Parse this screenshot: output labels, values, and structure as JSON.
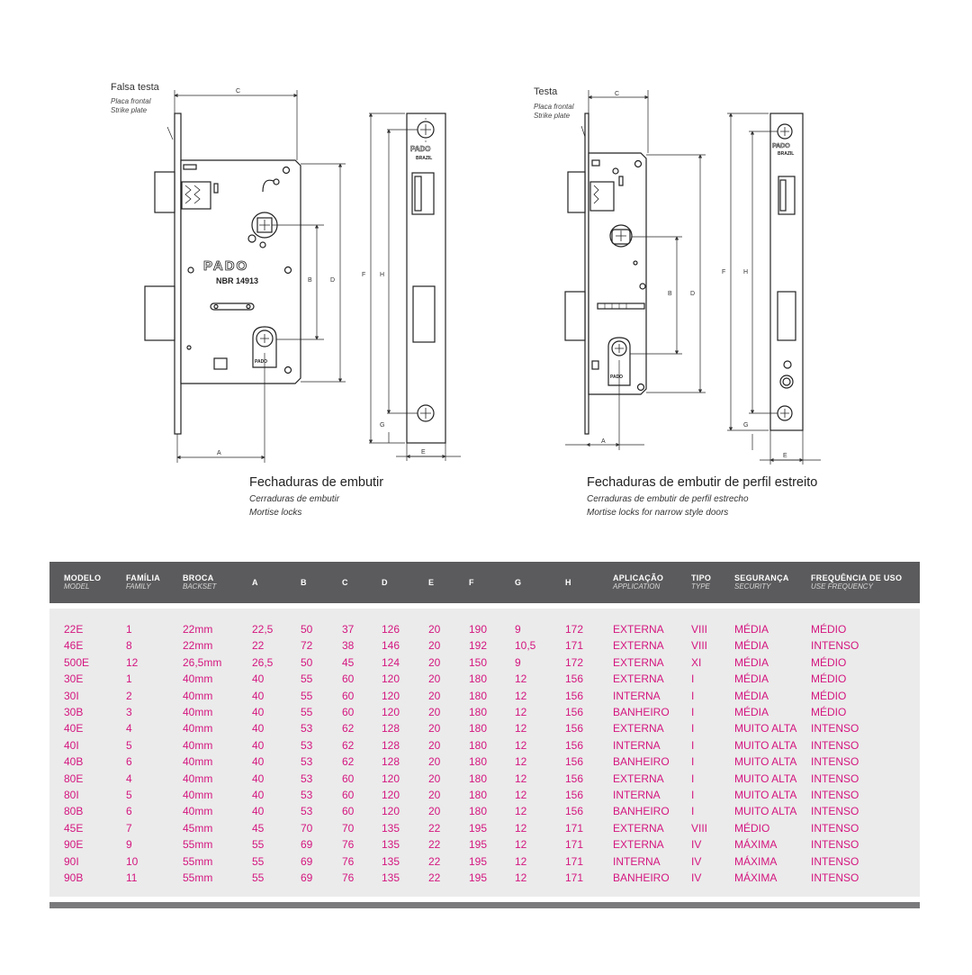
{
  "drawing_left": {
    "label_main": "Falsa testa",
    "label_it1": "Placa frontal",
    "label_it2": "Strike plate",
    "brand": "PADO",
    "norm": "NBR 14913",
    "dim_labels": {
      "A": "A",
      "B": "B",
      "C": "C",
      "D": "D",
      "E": "E",
      "F": "F",
      "G": "G",
      "H": "H"
    },
    "plate_brand": "PADO",
    "plate_country": "BRAZIL",
    "cyl_brand": "PADO"
  },
  "drawing_right": {
    "label_main": "Testa",
    "label_it1": "Placa frontal",
    "label_it2": "Strike plate",
    "plate_brand": "PADO",
    "plate_country": "BRAZIL",
    "cyl_brand": "PADO"
  },
  "captions": {
    "left_title": "Fechaduras de embutir",
    "left_sub1": "Cerraduras de embutir",
    "left_sub2": "Mortise locks",
    "right_title": "Fechaduras de embutir de perfil estreito",
    "right_sub1": "Cerraduras de embutir de perfil estrecho",
    "right_sub2": "Mortise locks for narrow style doors"
  },
  "table": {
    "headers": [
      {
        "pt": "MODELO",
        "en": "MODEL"
      },
      {
        "pt": "FAMÍLIA",
        "en": "FAMILY"
      },
      {
        "pt": "BROCA",
        "en": "BACKSET"
      },
      {
        "pt": "A",
        "en": ""
      },
      {
        "pt": "B",
        "en": ""
      },
      {
        "pt": "C",
        "en": ""
      },
      {
        "pt": "D",
        "en": ""
      },
      {
        "pt": "E",
        "en": ""
      },
      {
        "pt": "F",
        "en": ""
      },
      {
        "pt": "G",
        "en": ""
      },
      {
        "pt": "H",
        "en": ""
      },
      {
        "pt": "APLICAÇÃO",
        "en": "APPLICATION"
      },
      {
        "pt": "TIPO",
        "en": "TYPE"
      },
      {
        "pt": "SEGURANÇA",
        "en": "SECURITY"
      },
      {
        "pt": "FREQUÊNCIA DE USO",
        "en": "USE FREQUENCY"
      }
    ],
    "rows": [
      [
        "22E",
        "1",
        "22mm",
        "22,5",
        "50",
        "37",
        "126",
        "20",
        "190",
        "9",
        "172",
        "EXTERNA",
        "VIII",
        "MÉDIA",
        "MÉDIO"
      ],
      [
        "46E",
        "8",
        "22mm",
        "22",
        "72",
        "38",
        "146",
        "20",
        "192",
        "10,5",
        "171",
        "EXTERNA",
        "VIII",
        "MÉDIA",
        "INTENSO"
      ],
      [
        "500E",
        "12",
        "26,5mm",
        "26,5",
        "50",
        "45",
        "124",
        "20",
        "150",
        "9",
        "172",
        "EXTERNA",
        "XI",
        "MÉDIA",
        "MÉDIO"
      ],
      [
        "30E",
        "1",
        "40mm",
        "40",
        "55",
        "60",
        "120",
        "20",
        "180",
        "12",
        "156",
        "EXTERNA",
        "I",
        "MÉDIA",
        "MÉDIO"
      ],
      [
        "30I",
        "2",
        "40mm",
        "40",
        "55",
        "60",
        "120",
        "20",
        "180",
        "12",
        "156",
        "INTERNA",
        "I",
        "MÉDIA",
        "MÉDIO"
      ],
      [
        "30B",
        "3",
        "40mm",
        "40",
        "55",
        "60",
        "120",
        "20",
        "180",
        "12",
        "156",
        "BANHEIRO",
        "I",
        "MÉDIA",
        "MÉDIO"
      ],
      [
        "40E",
        "4",
        "40mm",
        "40",
        "53",
        "62",
        "128",
        "20",
        "180",
        "12",
        "156",
        "EXTERNA",
        "I",
        "MUITO ALTA",
        "INTENSO"
      ],
      [
        "40I",
        "5",
        "40mm",
        "40",
        "53",
        "62",
        "128",
        "20",
        "180",
        "12",
        "156",
        "INTERNA",
        "I",
        "MUITO ALTA",
        "INTENSO"
      ],
      [
        "40B",
        "6",
        "40mm",
        "40",
        "53",
        "62",
        "128",
        "20",
        "180",
        "12",
        "156",
        "BANHEIRO",
        "I",
        "MUITO ALTA",
        "INTENSO"
      ],
      [
        "80E",
        "4",
        "40mm",
        "40",
        "53",
        "60",
        "120",
        "20",
        "180",
        "12",
        "156",
        "EXTERNA",
        "I",
        "MUITO ALTA",
        "INTENSO"
      ],
      [
        "80I",
        "5",
        "40mm",
        "40",
        "53",
        "60",
        "120",
        "20",
        "180",
        "12",
        "156",
        "INTERNA",
        "I",
        "MUITO ALTA",
        "INTENSO"
      ],
      [
        "80B",
        "6",
        "40mm",
        "40",
        "53",
        "60",
        "120",
        "20",
        "180",
        "12",
        "156",
        "BANHEIRO",
        "I",
        "MUITO ALTA",
        "INTENSO"
      ],
      [
        "45E",
        "7",
        "45mm",
        "45",
        "70",
        "70",
        "135",
        "22",
        "195",
        "12",
        "171",
        "EXTERNA",
        "VIII",
        "MÉDIO",
        "INTENSO"
      ],
      [
        "90E",
        "9",
        "55mm",
        "55",
        "69",
        "76",
        "135",
        "22",
        "195",
        "12",
        "171",
        "EXTERNA",
        "IV",
        "MÁXIMA",
        "INTENSO"
      ],
      [
        "90I",
        "10",
        "55mm",
        "55",
        "69",
        "76",
        "135",
        "22",
        "195",
        "12",
        "171",
        "INTERNA",
        "IV",
        "MÁXIMA",
        "INTENSO"
      ],
      [
        "90B",
        "11",
        "55mm",
        "55",
        "69",
        "76",
        "135",
        "22",
        "195",
        "12",
        "171",
        "BANHEIRO",
        "IV",
        "MÁXIMA",
        "INTENSO"
      ]
    ]
  },
  "colors": {
    "accent": "#d4167f",
    "header_bg": "#5b5b5d",
    "body_bg": "#ebebeb"
  }
}
